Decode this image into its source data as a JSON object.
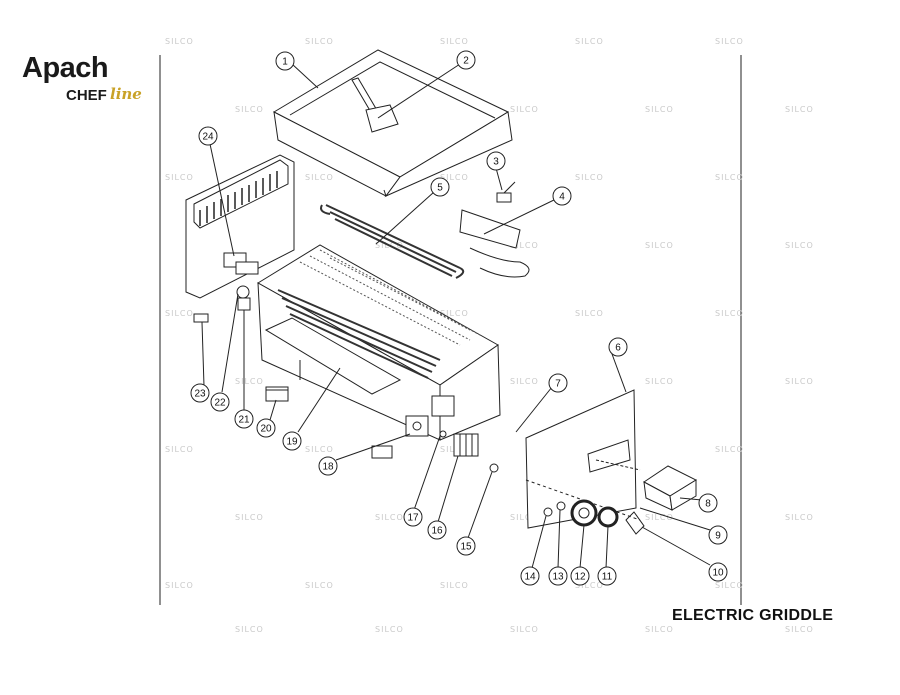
{
  "brand": {
    "name": "Apach",
    "sub": "CHEF",
    "sub_script": "line",
    "accent_color": "#c9a227"
  },
  "title": "ELECTRIC GRIDDLE",
  "watermark": "SILCO",
  "callouts": [
    "1",
    "2",
    "3",
    "4",
    "5",
    "6",
    "7",
    "8",
    "9",
    "10",
    "11",
    "12",
    "13",
    "14",
    "15",
    "16",
    "17",
    "18",
    "19",
    "20",
    "21",
    "22",
    "23",
    "24"
  ]
}
